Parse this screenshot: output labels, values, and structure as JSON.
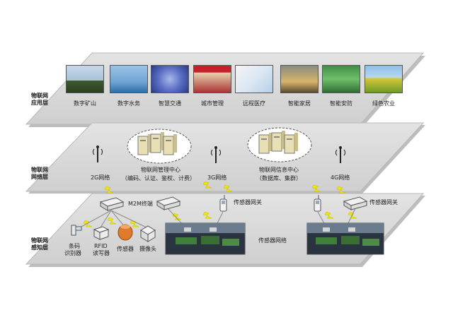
{
  "layers": {
    "application": {
      "label_line1": "物联网",
      "label_line2": "应用层"
    },
    "network": {
      "label_line1": "物联网",
      "label_line2": "网络层"
    },
    "perception": {
      "label_line1": "物联网",
      "label_line2": "感知层"
    }
  },
  "applications": [
    {
      "label": "数字矿山",
      "icon": "mining-photo"
    },
    {
      "label": "数字水务",
      "icon": "water-buoy-photo"
    },
    {
      "label": "智慧交通",
      "icon": "highway-interchange-photo"
    },
    {
      "label": "城市管理",
      "icon": "city-management-photo"
    },
    {
      "label": "远程医疗",
      "icon": "telemedicine-photo"
    },
    {
      "label": "智能家居",
      "icon": "smart-home-photo"
    },
    {
      "label": "智能安防",
      "icon": "security-photo"
    },
    {
      "label": "绿色农业",
      "icon": "agriculture-field-photo"
    }
  ],
  "network": {
    "net_2g": "2G网络",
    "net_3g": "3G网络",
    "net_4g": "4G网络",
    "mgmt_center_title": "物联网管理中心",
    "mgmt_center_sub": "（编码、认证、鉴权、计费）",
    "info_center_title": "物联网信息中心",
    "info_center_sub": "（数据库、集群）"
  },
  "perception": {
    "m2m_terminal": "M2M终端",
    "sensor_gateway_1": "传感器网关",
    "sensor_gateway_2": "传感器网关",
    "sensor_network": "传感器网络",
    "barcode_line1": "条码",
    "barcode_line2": "识别器",
    "rfid_line1": "RFID",
    "rfid_line2": "读写器",
    "sensor": "传感器",
    "camera": "摄像头"
  },
  "colors": {
    "layer_fill": "#d9d9d9",
    "layer_edge": "#bdbdbd",
    "lightning": "#f2e600",
    "accent_line": "#a8a8a8"
  }
}
